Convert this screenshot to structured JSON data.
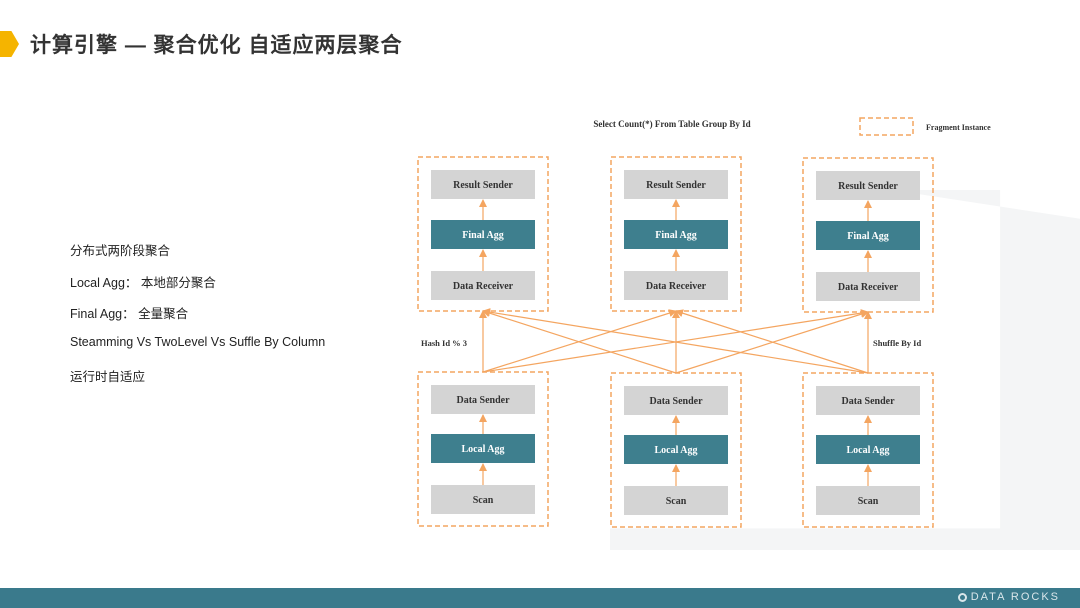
{
  "title": "计算引擎 — 聚合优化 自适应两层聚合",
  "bullets": [
    "分布式两阶段聚合",
    "Local Agg： 本地部分聚合",
    "Final Agg：  全量聚合",
    "Steamming  Vs  TwoLevel  Vs Suffle By Column",
    "运行时自适应"
  ],
  "diagram": {
    "query": "Select Count(*) From Table Group By Id",
    "legend": "Fragment Instance",
    "hash_label": "Hash Id % 3",
    "shuffle_label": "Shuffle By Id",
    "top_nodes": [
      "Result Sender",
      "Final Agg",
      "Data Receiver"
    ],
    "bottom_nodes": [
      "Data Sender",
      "Local Agg",
      "Scan"
    ],
    "colors": {
      "gray_box": "#d4d4d4",
      "teal_box": "#3e7f8e",
      "arrow": "#f4a560",
      "dash": "#f4a560"
    }
  },
  "footer": {
    "brand": "DATA ROCKS"
  }
}
